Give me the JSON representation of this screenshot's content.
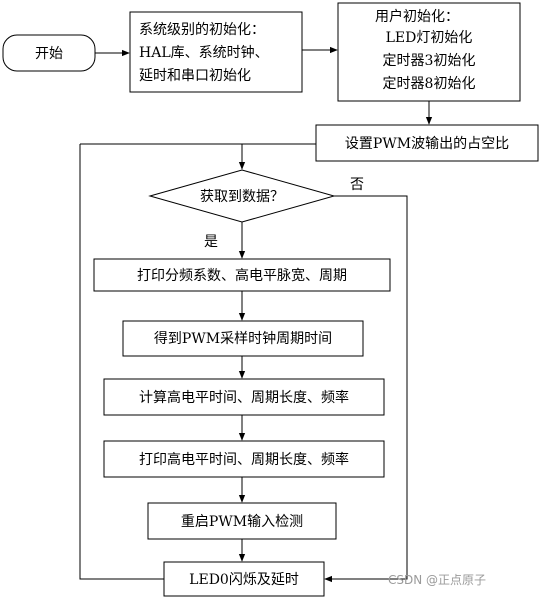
{
  "nodes": {
    "start": "开始",
    "sys_init": [
      "系统级别的初始化：",
      "HAL库、系统时钟、",
      "延时和串口初始化"
    ],
    "user_init": [
      "用户初始化：",
      "LED灯初始化",
      "定时器3初始化",
      "定时器8初始化"
    ],
    "set_pwm": "设置PWM波输出的占空比",
    "decision": "获取到数据？",
    "print_div": "打印分频系数、高电平脉宽、周期",
    "get_clock": "得到PWM采样时钟周期时间",
    "calc": "计算高电平时间、周期长度、频率",
    "print_high": "打印高电平时间、周期长度、频率",
    "restart": "重启PWM输入检测",
    "led_flash": "LED0闪烁及延时"
  },
  "labels": {
    "yes": "是",
    "no": "否"
  },
  "watermark": "CSDN @正点原子"
}
